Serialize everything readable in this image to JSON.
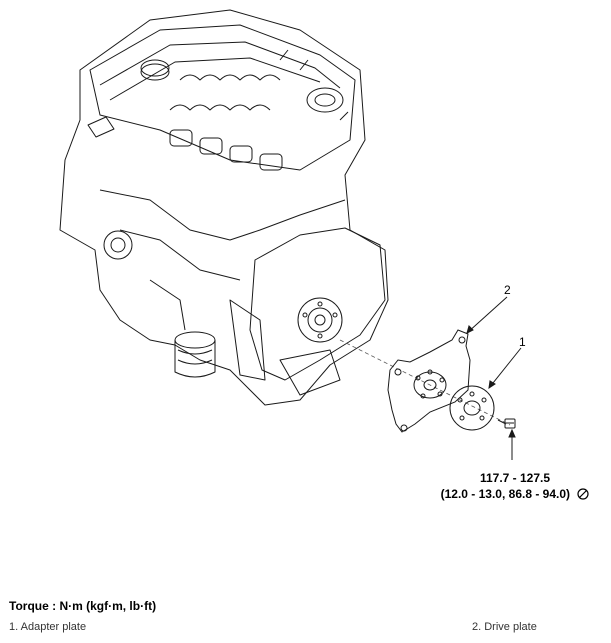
{
  "callouts": {
    "c1": "1",
    "c2": "2"
  },
  "torque": {
    "value": "117.7 - 127.5",
    "converted": "(12.0 - 13.0, 86.8 - 94.0)",
    "icon": "no-reuse-icon"
  },
  "legend": {
    "title": "Torque : N·m (kgf·m, lb·ft)",
    "items": [
      "1. Adapter plate",
      "2. Drive plate"
    ]
  },
  "colors": {
    "line": "#1a1a1a",
    "bg": "#ffffff"
  }
}
